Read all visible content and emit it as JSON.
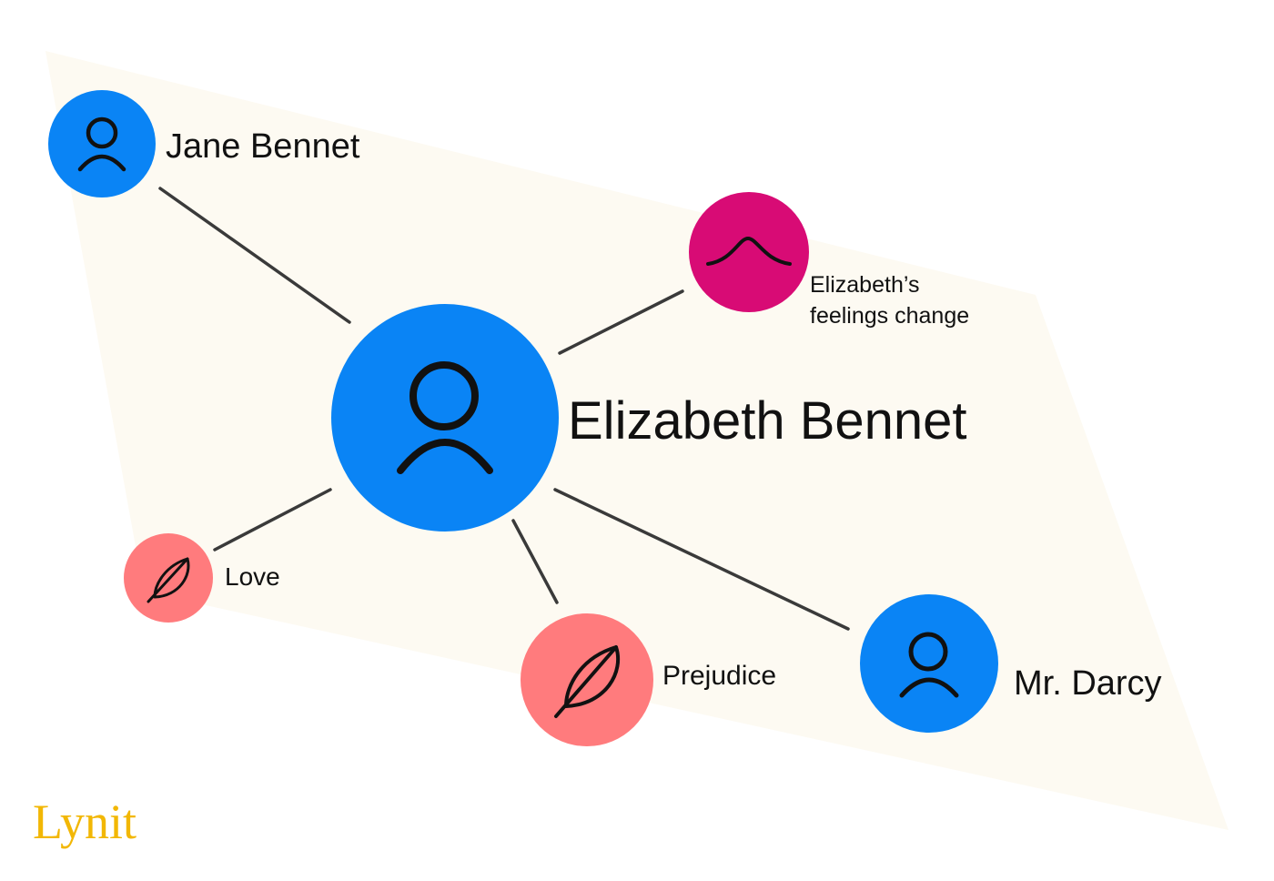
{
  "diagram": {
    "nodes": [
      {
        "id": "jane",
        "label": "Jane Bennet",
        "kind": "character",
        "color": "#0a84f5",
        "icon": "person-icon"
      },
      {
        "id": "elizabeth",
        "label": "Elizabeth Bennet",
        "kind": "character",
        "color": "#0a84f5",
        "icon": "person-icon"
      },
      {
        "id": "feelings",
        "label_line1": "Elizabeth’s",
        "label_line2": "feelings change",
        "kind": "arc",
        "color": "#d80b75",
        "icon": "arc-curve-icon"
      },
      {
        "id": "love",
        "label": "Love",
        "kind": "theme",
        "color": "#ff7b7d",
        "icon": "feather-icon"
      },
      {
        "id": "prejudice",
        "label": "Prejudice",
        "kind": "theme",
        "color": "#ff7b7d",
        "icon": "feather-icon"
      },
      {
        "id": "darcy",
        "label": "Mr. Darcy",
        "kind": "character",
        "color": "#0a84f5",
        "icon": "person-icon"
      }
    ],
    "edges": [
      {
        "from": "elizabeth",
        "to": "jane"
      },
      {
        "from": "elizabeth",
        "to": "feelings"
      },
      {
        "from": "elizabeth",
        "to": "love"
      },
      {
        "from": "elizabeth",
        "to": "prejudice"
      },
      {
        "from": "elizabeth",
        "to": "darcy"
      }
    ],
    "background_color": "#fdfaf2",
    "edge_color": "#3a3a3a"
  },
  "brand": {
    "logo_text": "Lynit",
    "color": "#f2b705"
  }
}
